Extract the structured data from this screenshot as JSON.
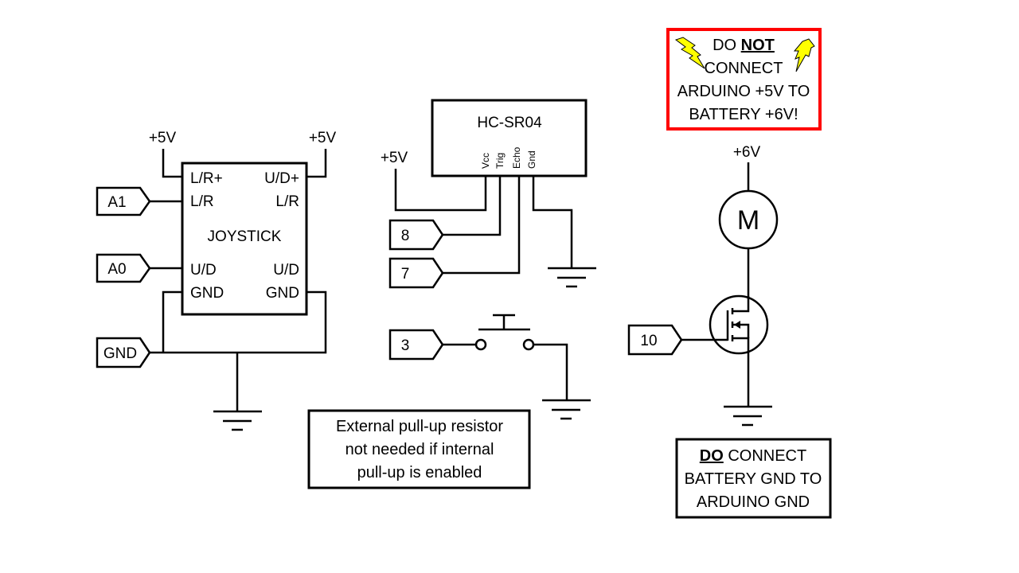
{
  "joystick": {
    "name": "JOYSTICK",
    "pins": {
      "lr_plus": "L/R+",
      "ud_plus": "U/D+",
      "lr_left": "L/R",
      "lr_right": "L/R",
      "ud_left": "U/D",
      "ud_right": "U/D",
      "gnd_left": "GND",
      "gnd_right": "GND"
    },
    "supply_left": "+5V",
    "supply_right": "+5V"
  },
  "arduino_pins": {
    "a1": "A1",
    "a0": "A0",
    "gnd": "GND",
    "pin8": "8",
    "pin7": "7",
    "pin3": "3",
    "pin10": "10"
  },
  "sensor": {
    "name": "HC-SR04",
    "pins": {
      "vcc": "Vcc",
      "trig": "Trig",
      "echo": "Echo",
      "gnd": "Gnd"
    },
    "supply": "+5V"
  },
  "motor": {
    "symbol": "M",
    "supply": "+6V"
  },
  "warning_note": {
    "line1_prefix": "DO ",
    "line1_emph": "NOT",
    "line2": "CONNECT",
    "line3": "ARDUINO +5V TO",
    "line4": "BATTERY +6V!",
    "border_color": "#ff0000",
    "bolt_color": "#ffff00"
  },
  "ground_note": {
    "line1_emph": "DO",
    "line1_suffix": " CONNECT",
    "line2": "BATTERY GND TO",
    "line3": "ARDUINO GND"
  },
  "pullup_note": {
    "line1": "External pull-up resistor",
    "line2": "not needed if internal",
    "line3": "pull-up is enabled"
  }
}
